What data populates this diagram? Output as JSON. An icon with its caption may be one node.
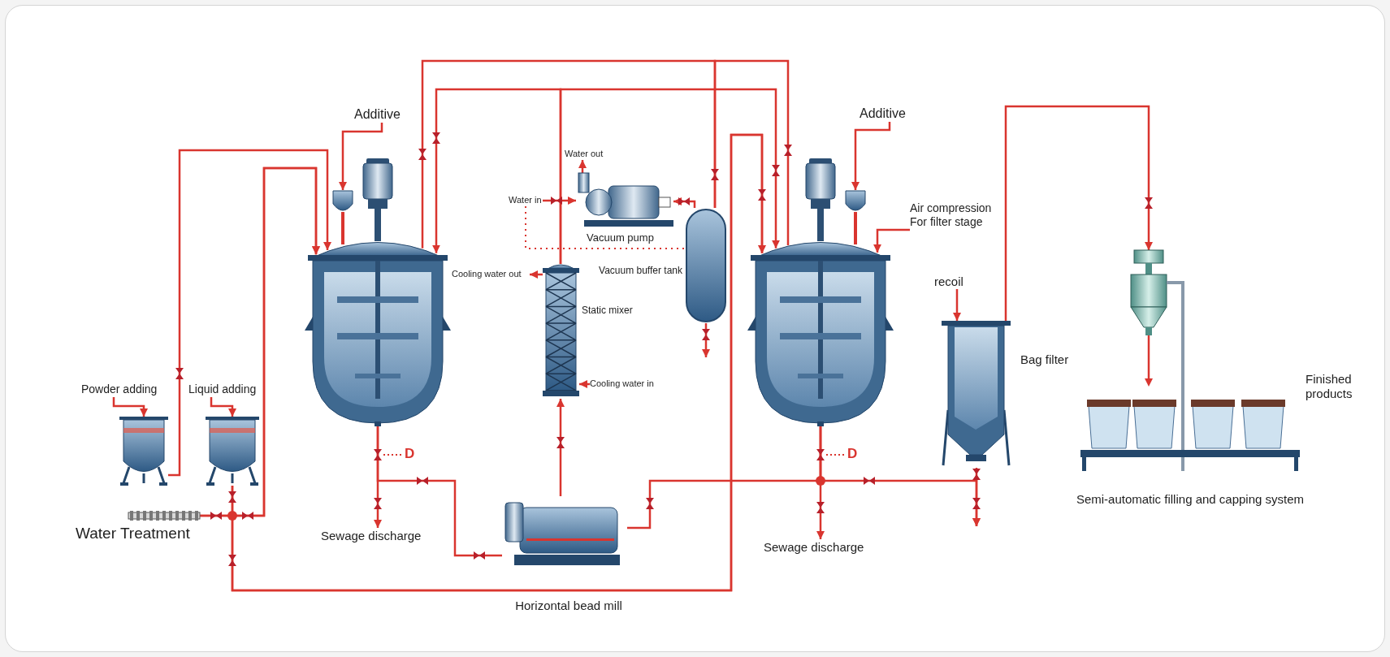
{
  "diagram": {
    "nodes": [
      {
        "text": [
          "Powder adding"
        ]
      },
      {
        "text": [
          "Liquid adding"
        ]
      },
      {
        "text": [],
        "shape": "tank"
      },
      {
        "text": [],
        "shape": "tank"
      },
      {
        "text": [],
        "shape": "bar",
        "beside": [
          "Water Treatment"
        ]
      },
      {
        "text": [
          "Additive"
        ]
      },
      {
        "text": [],
        "shape": "tank"
      },
      {
        "text": [
          "Cooling water out"
        ]
      },
      {
        "text": [],
        "shape": "column",
        "beside": [
          "Static mixer"
        ]
      },
      {
        "text": [
          "Cooling water in"
        ]
      },
      {
        "text": [
          "Water out"
        ]
      },
      {
        "text": [
          "Water in"
        ]
      },
      {
        "text": [],
        "shape": "picture",
        "beside": [
          "Vacuum pump"
        ]
      },
      {
        "text": [],
        "shape": "tank",
        "beside": [
          "Vacuum buffer tank"
        ]
      },
      {
        "text": [
          "Sewage discharge"
        ]
      },
      {
        "text": [],
        "shape": "picture",
        "beside": [
          "Horizontal bead mill"
        ]
      },
      {
        "text": [
          "Additive"
        ]
      },
      {
        "text": [
          "Air compression For filter stage"
        ]
      },
      {
        "text": [],
        "shape": "tank"
      },
      {
        "text": [
          "Sewage discharge"
        ]
      },
      {
        "text": [
          "recoil"
        ]
      },
      {
        "text": [],
        "shape": "tank",
        "beside": [
          "Bag filter"
        ]
      },
      {
        "text": [],
        "shape": "picture",
        "beside": [
          "Finished products",
          "Semi-automatic filling and capping system"
        ]
      }
    ],
    "edges": [
      {
        "from": 0,
        "to": 2,
        "arrow": "to"
      },
      {
        "from": 1,
        "to": 3,
        "arrow": "to"
      },
      {
        "from": 2,
        "to": 6,
        "arrow": "to"
      },
      {
        "from": 3,
        "to": 6,
        "arrow": "to"
      },
      {
        "from": 3,
        "to": 18,
        "arrow": "to"
      },
      {
        "from": 4,
        "to": 6,
        "arrow": "to"
      },
      {
        "from": 4,
        "to": 18,
        "arrow": "to"
      },
      {
        "from": 5,
        "to": 6,
        "arrow": "to"
      },
      {
        "from": 6,
        "to": 14,
        "arrow": "to"
      },
      {
        "from": 6,
        "to": 15,
        "arrow": "none"
      },
      {
        "from": 15,
        "to": 8,
        "arrow": "to"
      },
      {
        "from": 9,
        "to": 8,
        "arrow": "to"
      },
      {
        "from": 8,
        "to": 7,
        "arrow": "to"
      },
      {
        "from": 8,
        "to": 6,
        "arrow": "to"
      },
      {
        "from": 8,
        "to": 18,
        "arrow": "to"
      },
      {
        "from": 11,
        "to": 12,
        "arrow": "to"
      },
      {
        "from": 12,
        "to": 10,
        "arrow": "to"
      },
      {
        "from": 13,
        "to": 12,
        "arrow": "to"
      },
      {
        "from": 6,
        "to": 13,
        "arrow": "none"
      },
      {
        "from": 18,
        "to": 13,
        "arrow": "none"
      },
      {
        "from": 13,
        "to": null,
        "arrow": "to"
      },
      {
        "from": 16,
        "to": 18,
        "arrow": "to"
      },
      {
        "from": 17,
        "to": 18,
        "arrow": "to"
      },
      {
        "from": 18,
        "to": 19,
        "arrow": "to"
      },
      {
        "from": 18,
        "to": 15,
        "arrow": "none"
      },
      {
        "from": 18,
        "to": null,
        "arrow": "to"
      },
      {
        "from": 20,
        "to": 21,
        "arrow": "to"
      },
      {
        "from": 21,
        "to": null,
        "arrow": "to"
      },
      {
        "from": 21,
        "to": 22,
        "arrow": "to"
      },
      {
        "from": 11,
        "to": 13,
        "arrow": "none",
        "style": "dashed"
      }
    ],
    "labels": [
      "D",
      "D"
    ]
  }
}
